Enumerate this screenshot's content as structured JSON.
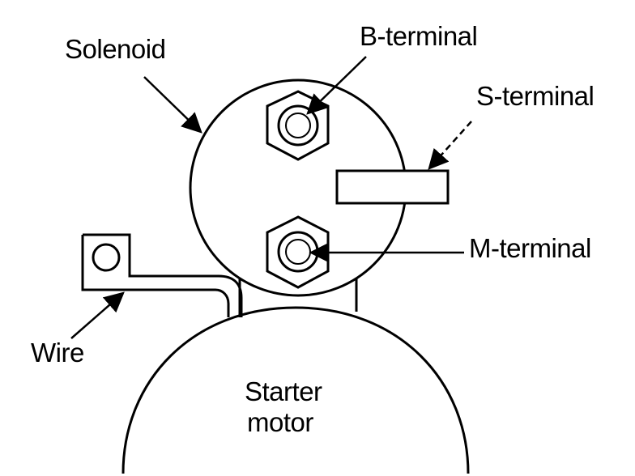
{
  "labels": {
    "solenoid": "Solenoid",
    "b_terminal": "B-terminal",
    "s_terminal": "S-terminal",
    "m_terminal": "M-terminal",
    "wire": "Wire",
    "starter_line1": "Starter",
    "starter_line2": "motor"
  },
  "colors": {
    "stroke": "#000000",
    "background": "#ffffff"
  }
}
